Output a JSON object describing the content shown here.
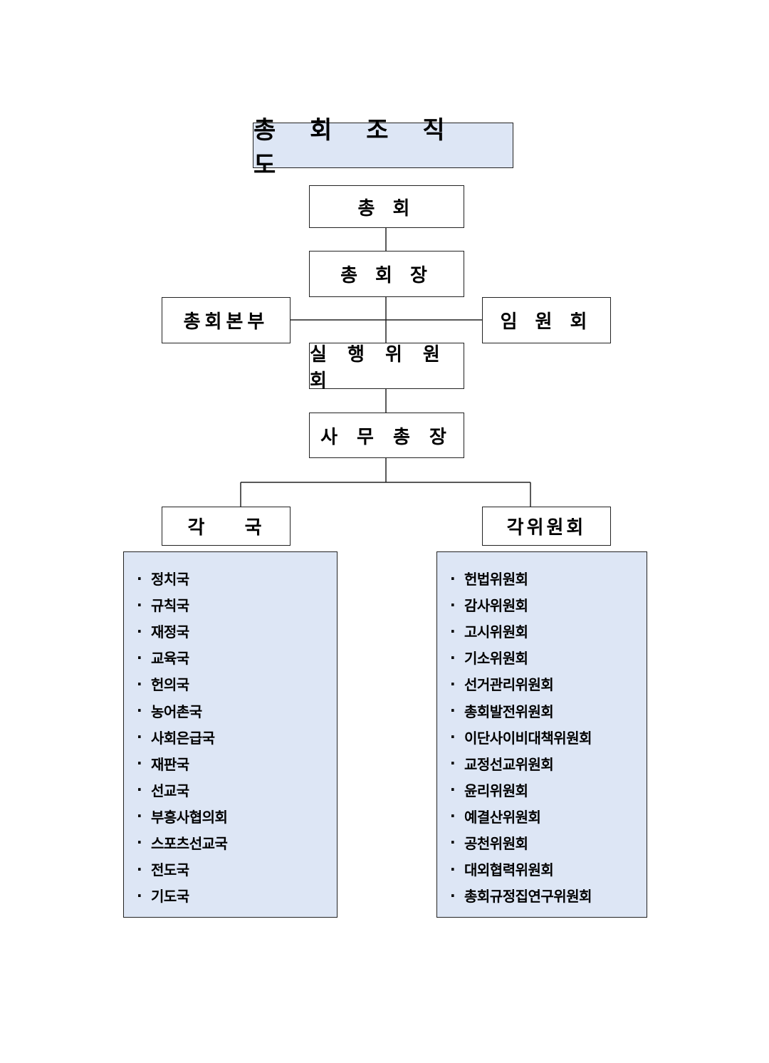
{
  "title": "총 회 조 직 도",
  "nodes": {
    "assembly": "총 회",
    "moderator": "총 회 장",
    "headquarters": "총회본부",
    "officers": "임 원 회",
    "executive_committee": "실 행 위 원 회",
    "general_secretary": "사 무 총 장",
    "departments": "각    국",
    "committees": "각위원회"
  },
  "bullet": "·",
  "departments_list": [
    "정치국",
    "규칙국",
    "재정국",
    "교육국",
    "헌의국",
    "농어촌국",
    "사회은급국",
    "재판국",
    "선교국",
    "부흥사협의회",
    "스포츠선교국",
    "전도국",
    "기도국"
  ],
  "committees_list": [
    "헌법위원회",
    "감사위원회",
    "고시위원회",
    "기소위원회",
    "선거관리위원회",
    "총회발전위원회",
    "이단사이비대책위원회",
    "교정선교위원회",
    "윤리위원회",
    "예결산위원회",
    "공천위원회",
    "대외협력위원회",
    "총회규정집연구위원회"
  ],
  "colors": {
    "fill_accent": "#dde6f5",
    "border": "#222222"
  }
}
